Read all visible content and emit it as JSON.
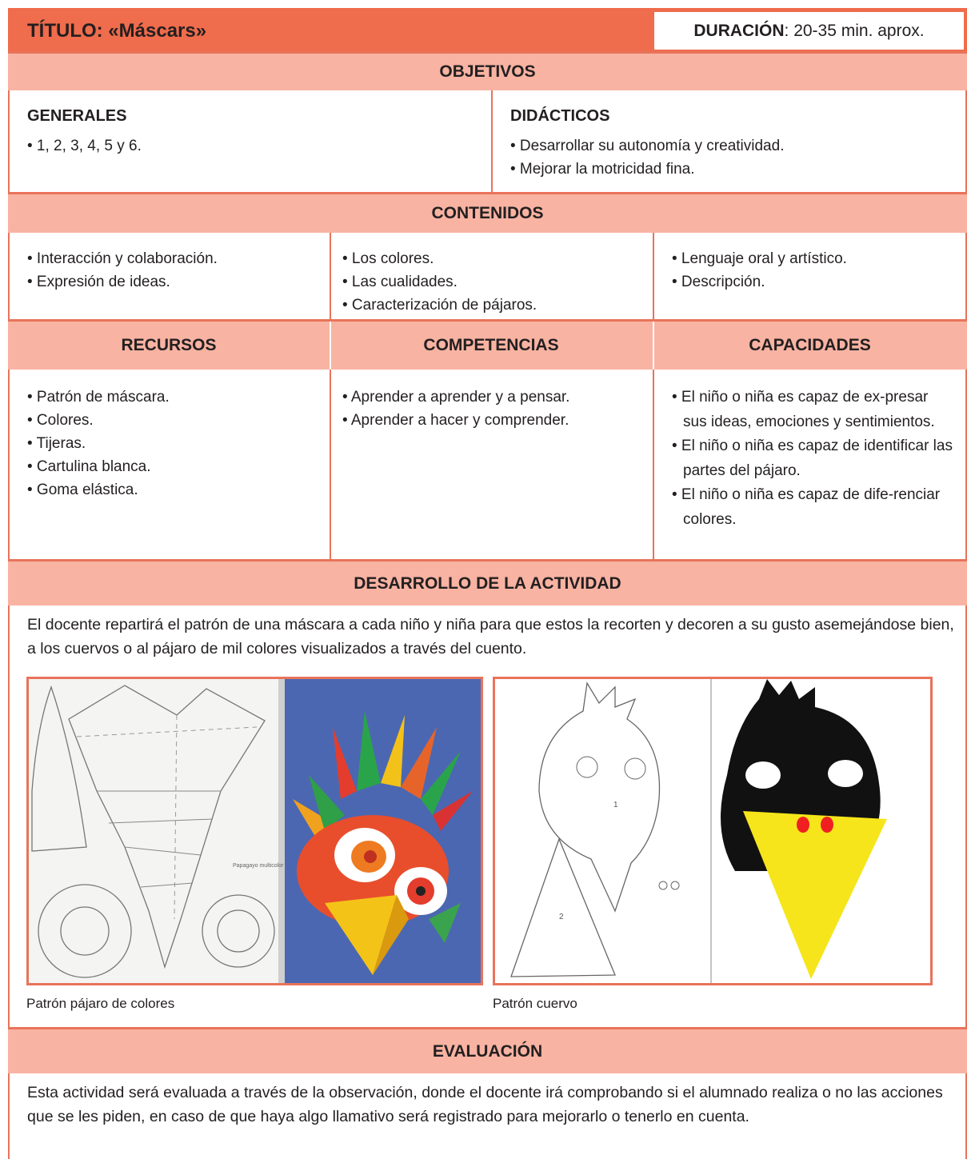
{
  "header": {
    "title": "TÍTULO: «Máscars»",
    "duration_label": "DURACIÓN",
    "duration_value": ": 20-35 min. aprox."
  },
  "objetivos": {
    "heading": "OBJETIVOS",
    "generales_title": "GENERALES",
    "generales_items": [
      "• 1, 2, 3, 4, 5 y 6."
    ],
    "didacticos_title": "DIDÁCTICOS",
    "didacticos_items": [
      "• Desarrollar su autonomía y creatividad.",
      "• Mejorar la motricidad fina."
    ]
  },
  "contenidos": {
    "heading": "CONTENIDOS",
    "col1": [
      "• Interacción y colaboración.",
      "• Expresión de ideas."
    ],
    "col2": [
      "• Los colores.",
      "• Las cualidades.",
      "• Caracterización de pájaros."
    ],
    "col3": [
      "• Lenguaje oral y artístico.",
      "• Descripción."
    ]
  },
  "recursos": {
    "heading": "RECURSOS",
    "items": [
      "• Patrón de máscara.",
      "• Colores.",
      "• Tijeras.",
      "• Cartulina blanca.",
      "• Goma elástica."
    ]
  },
  "competencias": {
    "heading": "COMPETENCIAS",
    "items": [
      "• Aprender a aprender y a pensar.",
      "• Aprender a hacer y comprender."
    ]
  },
  "capacidades": {
    "heading": "CAPACIDADES",
    "items": [
      "• El niño o niña es capaz de ex-presar sus ideas, emociones y sentimientos.",
      "• El niño o niña es capaz de identificar las partes del pájaro.",
      "• El niño o niña es capaz de dife-renciar colores."
    ]
  },
  "desarrollo": {
    "heading": "DESARROLLO DE LA ACTIVIDAD",
    "text": "El docente repartirá el patrón de una máscara a cada niño y niña para que estos la recorten y decoren a su gusto asemejándose bien, a los cuervos o al pájaro de mil colores visualizados a través del cuento.",
    "caption_left": "Patrón pájaro de colores",
    "caption_right": "Patrón cuervo",
    "pattern_label": "Papagayo multicolor"
  },
  "evaluacion": {
    "heading": "EVALUACIÓN",
    "text": "Esta actividad será evaluada a través de la observación, donde el docente irá comprobando si el alumnado realiza o no las acciones que se les piden, en caso de que haya algo llamativo será registrado para mejorarlo o tenerlo en cuenta."
  },
  "colors": {
    "title_bar": "#ef6c4c",
    "section_band": "#f8b3a2",
    "border": "#e8735a"
  }
}
